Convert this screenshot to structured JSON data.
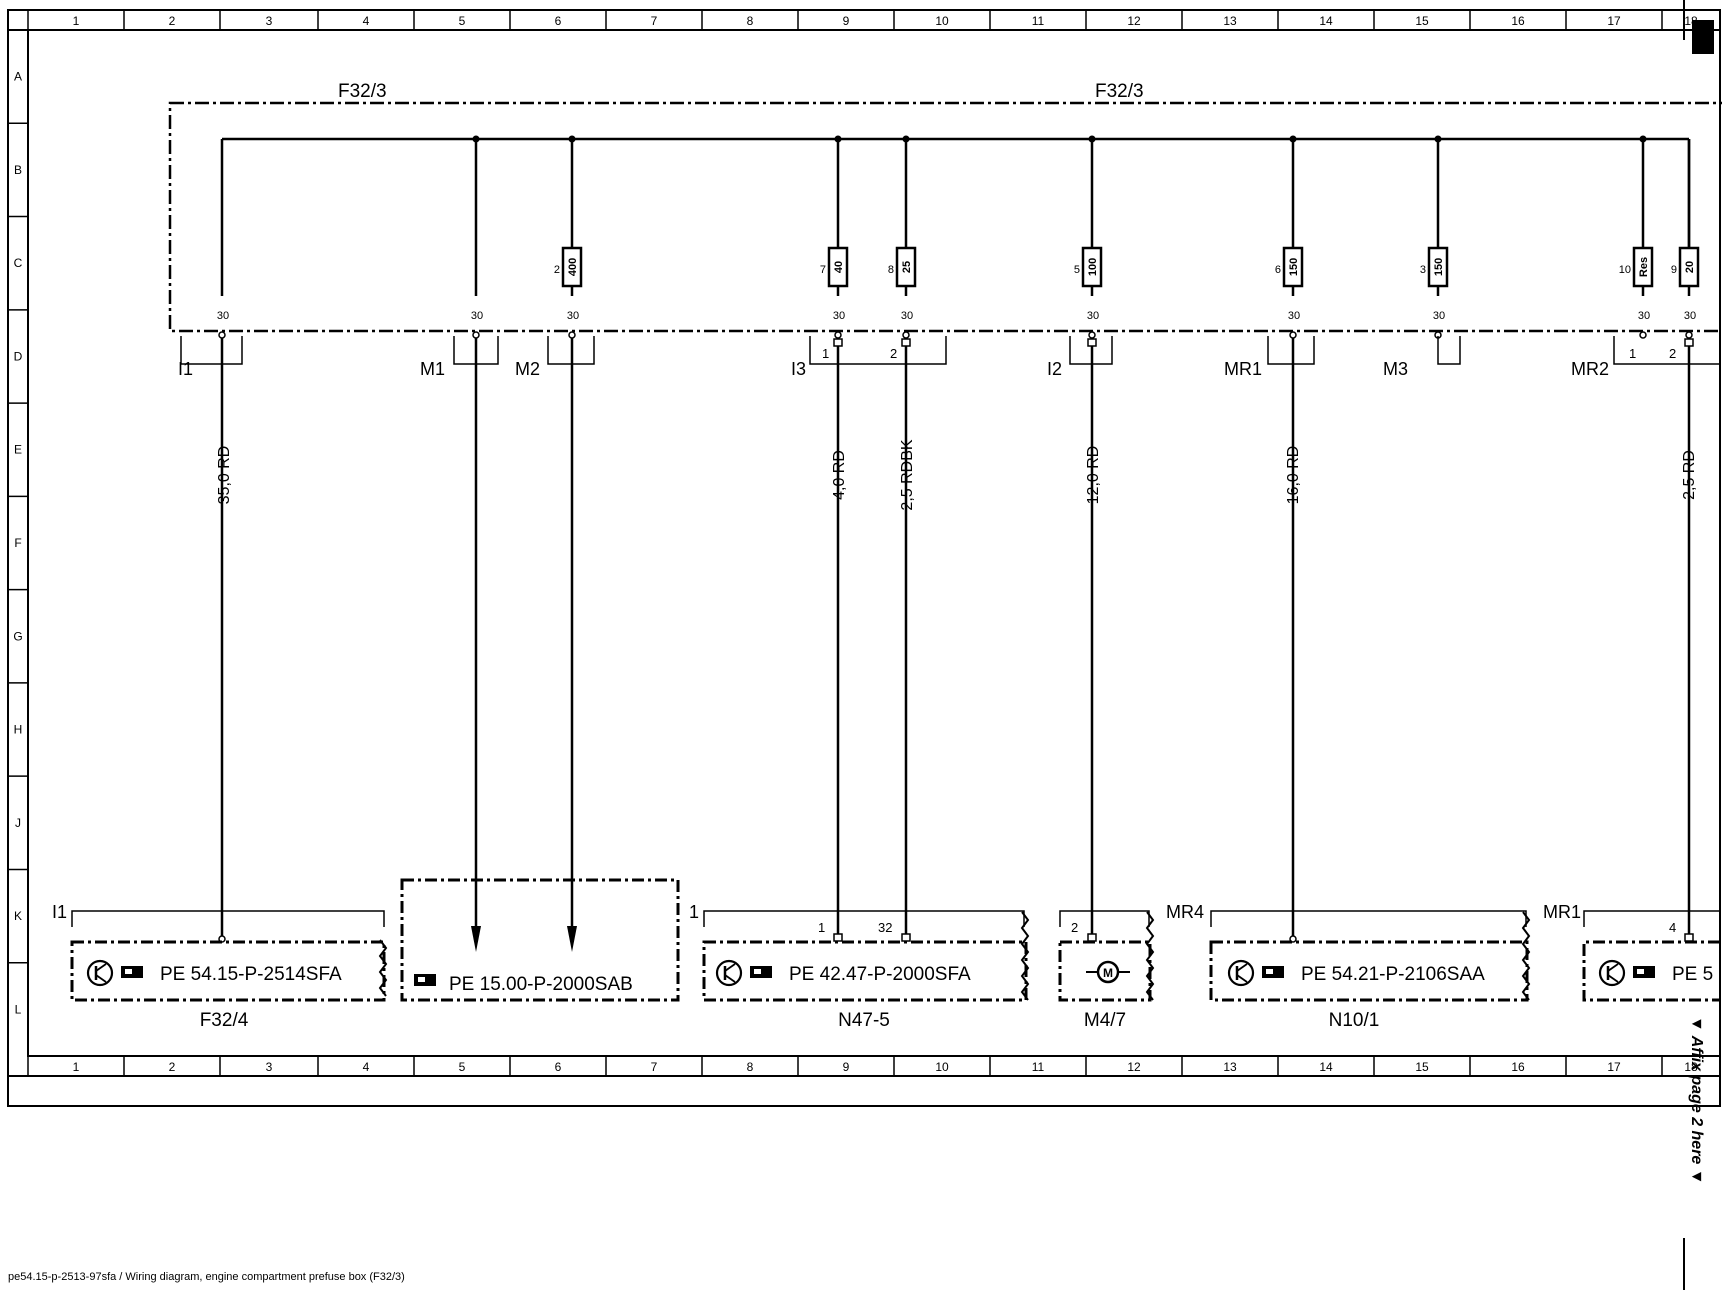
{
  "drawing": {
    "column_numbers": [
      "1",
      "2",
      "3",
      "4",
      "5",
      "6",
      "7",
      "8",
      "9",
      "10",
      "11",
      "12",
      "13",
      "14",
      "15",
      "16",
      "17",
      "18"
    ],
    "row_letters": [
      "A",
      "B",
      "C",
      "D",
      "E",
      "F",
      "G",
      "H",
      "J",
      "K",
      "L"
    ],
    "prefuse_box_label_left": "F32/3",
    "prefuse_box_label_right": "F32/3",
    "terminal_pin": "30",
    "fuses": [
      {
        "num": "2",
        "value": "400"
      },
      {
        "num": "7",
        "value": "40"
      },
      {
        "num": "8",
        "value": "25"
      },
      {
        "num": "5",
        "value": "100"
      },
      {
        "num": "6",
        "value": "150"
      },
      {
        "num": "3",
        "value": "150"
      },
      {
        "num": "10",
        "value": "Res"
      },
      {
        "num": "9",
        "value": "20"
      }
    ],
    "terminals": [
      "I1",
      "M1",
      "M2",
      "I3",
      "I2",
      "MR1",
      "M3",
      "MR2"
    ],
    "connector_pins": [
      "1",
      "2",
      "1",
      "2"
    ],
    "wires": [
      "35,0 RD",
      "4,0 RD",
      "2,5 RDBK",
      "12,0 RD",
      "16,0 RD",
      "2,5 RD"
    ],
    "bottom_connectors": [
      "I1",
      "1",
      "MR4",
      "MR1"
    ],
    "bottom_pins": [
      "1",
      "32",
      "2",
      "4"
    ],
    "doc_refs": [
      "PE 54.15-P-2514SFA",
      "PE 15.00-P-2000SAB",
      "PE 42.47-P-2000SFA",
      "PE 54.21-P-2106SAA",
      "PE 5"
    ],
    "components": [
      "F32/4",
      "N47-5",
      "M4/7",
      "N10/1"
    ],
    "motor_symbol_letter": "M",
    "affix_note": "▼ Affix page 2 here ▼",
    "caption": "pe54.15-p-2513-97sfa / Wiring diagram, engine compartment prefuse box (F32/3)"
  }
}
